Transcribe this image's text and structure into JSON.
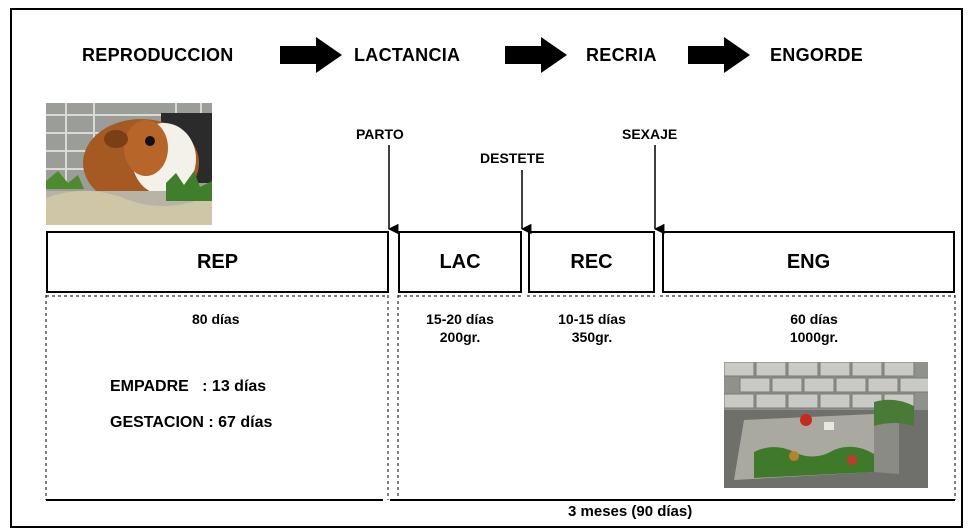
{
  "stages": [
    {
      "label": "REPRODUCCION"
    },
    {
      "label": "LACTANCIA"
    },
    {
      "label": "RECRIA"
    },
    {
      "label": "ENGORDE"
    }
  ],
  "markers": {
    "parto": "PARTO",
    "destete": "DESTETE",
    "sexaje": "SEXAJE"
  },
  "boxes": {
    "rep": "REP",
    "lac": "LAC",
    "rec": "REC",
    "eng": "ENG"
  },
  "durations": {
    "rep": {
      "time": "80 días"
    },
    "lac": {
      "time": "15-20 días",
      "weight": "200gr."
    },
    "rec": {
      "time": "10-15 días",
      "weight": "350gr."
    },
    "eng": {
      "time": "60 días",
      "weight": "1000gr."
    }
  },
  "rep_details": {
    "empadre": "EMPADRE   : 13 días",
    "gestacion": "GESTACION : 67 días"
  },
  "total": "3 meses (90 días)",
  "images": {
    "guinea_pig": "guinea-pig-photo",
    "pen": "fattening-pen-photo"
  }
}
